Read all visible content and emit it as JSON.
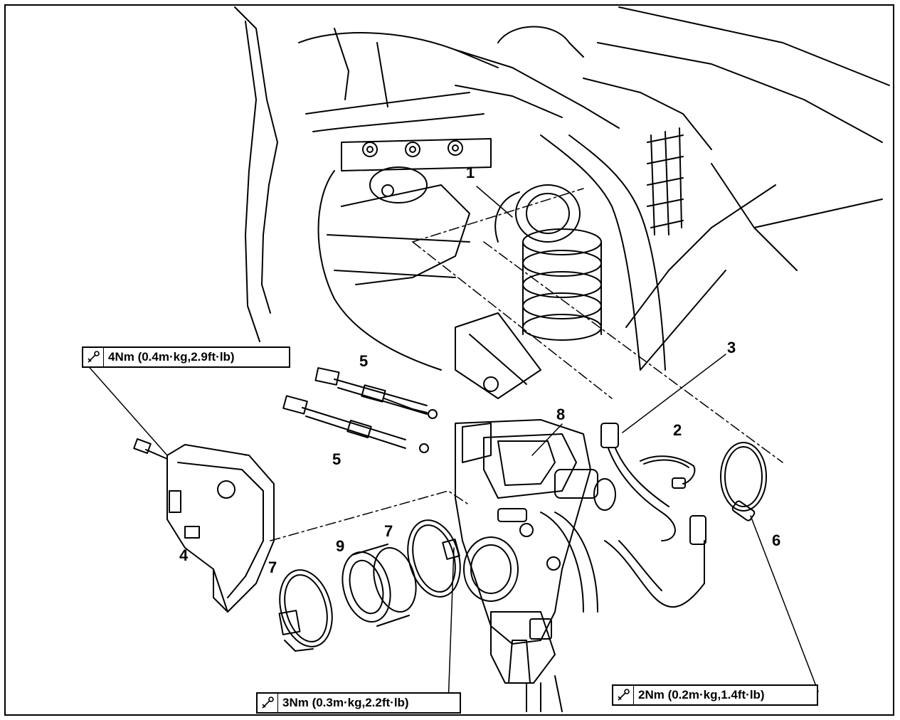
{
  "callouts": {
    "c1": "1",
    "c2": "2",
    "c3": "3",
    "c4": "4",
    "c5a": "5",
    "c5b": "5",
    "c6": "6",
    "c7a": "7",
    "c7b": "7",
    "c8": "8",
    "c9": "9"
  },
  "torque_specs": {
    "bolt_cover": "4Nm (0.4m·kg,2.9ft·lb)",
    "clamp_joint": "3Nm (0.3m·kg,2.2ft·lb)",
    "clamp_airbox": "2Nm (0.2m·kg,1.4ft·lb)"
  },
  "icons": {
    "torque": "torque-wrench-icon"
  },
  "colors": {
    "line": "#000000",
    "background": "#ffffff"
  }
}
